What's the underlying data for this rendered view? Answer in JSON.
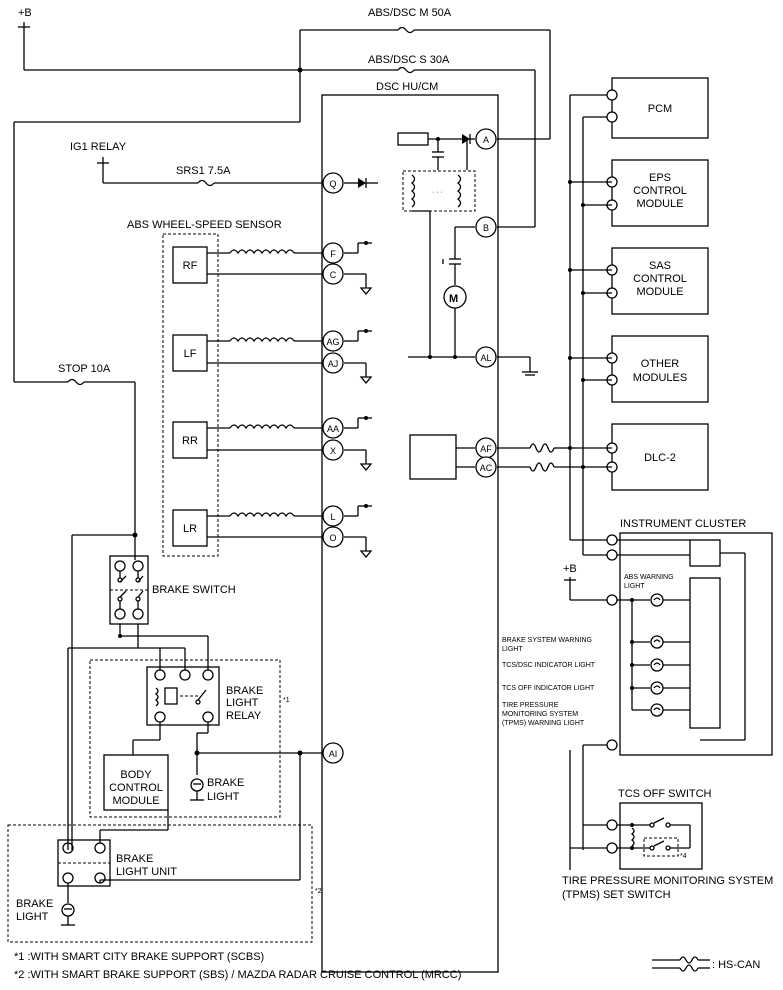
{
  "supply": {
    "battery": "+B",
    "battery2": "+B"
  },
  "fuses": {
    "abs_m": "ABS/DSC M 50A",
    "abs_s": "ABS/DSC S 30A",
    "srs1": "SRS1 7.5A",
    "stop": "STOP 10A"
  },
  "relay_label": "IG1 RELAY",
  "module": {
    "title": "DSC HU/CM"
  },
  "sensor": {
    "title": "ABS WHEEL-SPEED SENSOR",
    "wheels": [
      "RF",
      "LF",
      "RR",
      "LR"
    ]
  },
  "pins": {
    "A": "A",
    "B": "B",
    "Q": "Q",
    "F": "F",
    "C": "C",
    "AG": "AG",
    "AJ": "AJ",
    "AA": "AA",
    "X": "X",
    "L": "L",
    "O": "O",
    "AL": "AL",
    "AF": "AF",
    "AC": "AC",
    "AI": "AI"
  },
  "modules": {
    "pcm": "PCM",
    "eps": [
      "EPS",
      "CONTROL",
      "MODULE"
    ],
    "sas": [
      "SAS",
      "CONTROL",
      "MODULE"
    ],
    "other": [
      "OTHER",
      "MODULES"
    ],
    "dlc": "DLC-2"
  },
  "cluster": {
    "title": "INSTRUMENT CLUSTER",
    "abs_warning": [
      "ABS WARNING",
      "LIGHT"
    ],
    "lights": [
      [
        "BRAKE SYSTEM WARNING",
        "LIGHT"
      ],
      [
        "TCS/DSC INDICATOR LIGHT"
      ],
      [
        "TCS OFF INDICATOR LIGHT"
      ],
      [
        "TIRE PRESSURE",
        "MONITORING SYSTEM",
        "(TPMS) WARNING LIGHT"
      ]
    ]
  },
  "switches": {
    "brake_switch": "BRAKE SWITCH",
    "tcs_off": "TCS OFF SWITCH",
    "tpms": [
      "TIRE PRESSURE MONITORING SYSTEM",
      "(TPMS)  SET SWITCH"
    ]
  },
  "brake_relay": [
    "BRAKE",
    "LIGHT",
    "RELAY"
  ],
  "body_module": [
    "BODY",
    "CONTROL",
    "MODULE"
  ],
  "brake_light": [
    "BRAKE",
    "LIGHT"
  ],
  "brake_light_unit": [
    "BRAKE",
    "LIGHT UNIT"
  ],
  "brake_light_left": [
    "BRAKE",
    "LIGHT"
  ],
  "marks": {
    "m1": "*1",
    "m2": "*2",
    "m4": "*4"
  },
  "notes": {
    "n1": "*1 :WITH SMART CITY BRAKE SUPPORT (SCBS)",
    "n2": "*2 :WITH SMART BRAKE SUPPORT (SBS) / MAZDA RADAR CRUISE CONTROL (MRCC)"
  },
  "legend": {
    "hs_can": ": HS-CAN"
  }
}
